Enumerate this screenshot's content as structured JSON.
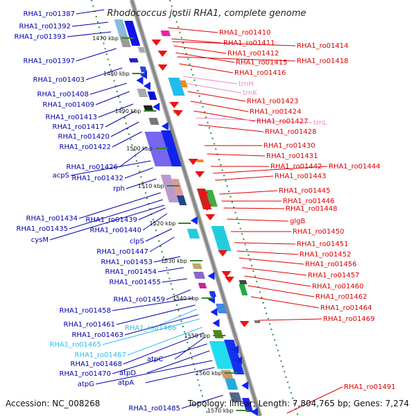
{
  "title": "Rhodococcus jostii RHA1, complete genome",
  "footer": {
    "accession": "Accession: NC_008268",
    "summary": "Topology: linear; Length: 7,804,765 bp; Genes: 7,274"
  },
  "colors": {
    "minus_label": "#0000aa",
    "plus_label": "#dd0000",
    "plus_rna_label": "#ee88cc",
    "minus_pseudo_label": "#33bbee",
    "backbone": "#888888",
    "tick": "#2a8a2a"
  },
  "scale_ticks": [
    "1470 kbp",
    "1480 kbp",
    "1490 kbp",
    "1500 kbp",
    "1510 kbp",
    "1520 kbp",
    "1530 kbp",
    "1540 kbp",
    "1550 kbp",
    "1560 kbp",
    "1570 kbp"
  ],
  "minus_strand_labels": [
    "RHA1_ro01387",
    "RHA1_ro01392",
    "RHA1_ro01393",
    "RHA1_ro01397",
    "RHA1_ro01403",
    "RHA1_ro01408",
    "RHA1_ro01409",
    "RHA1_ro01413",
    "RHA1_ro01417",
    "RHA1_ro01420",
    "RHA1_ro01422",
    "RHA1_ro01426",
    "acpS",
    "RHA1_ro01432",
    "rph",
    "RHA1_ro01434",
    "RHA1_ro01435",
    "cysM",
    "RHA1_ro01439",
    "RHA1_ro01440",
    "clpS",
    "RHA1_ro01447",
    "RHA1_ro01453",
    "RHA1_ro01454",
    "RHA1_ro01455",
    "RHA1_ro01459",
    "RHA1_ro01458",
    "RHA1_ro01461",
    "RHA1_ro01466",
    "RHA1_ro01463",
    "RHA1_ro01465",
    "RHA1_ro01467",
    "atpC",
    "RHA1_ro01468",
    "RHA1_ro01470",
    "atpD",
    "atpG",
    "atpA",
    "RHA1_ro01485"
  ],
  "plus_strand_labels": [
    "RHA1_ro01410",
    "RHA1_ro01411",
    "RHA1_ro01414",
    "RHA1_ro01412",
    "RHA1_ro01415",
    "RHA1_ro01418",
    "RHA1_ro01416",
    "trnH",
    "trnK",
    "RHA1_ro01423",
    "RHA1_ro01424",
    "RHA1_ro01427",
    "trnL",
    "RHA1_ro01428",
    "RHA1_ro01430",
    "RHA1_ro01431",
    "RHA1_ro01442",
    "RHA1_ro01444",
    "RHA1_ro01443",
    "RHA1_ro01445",
    "RHA1_ro01446",
    "RHA1_ro01448",
    "glgB",
    "RHA1_ro01450",
    "RHA1_ro01451",
    "RHA1_ro01452",
    "RHA1_ro01456",
    "RHA1_ro01457",
    "RHA1_ro01460",
    "RHA1_ro01462",
    "RHA1_ro01464",
    "RHA1_ro01469",
    "RHA1_ro01491"
  ]
}
